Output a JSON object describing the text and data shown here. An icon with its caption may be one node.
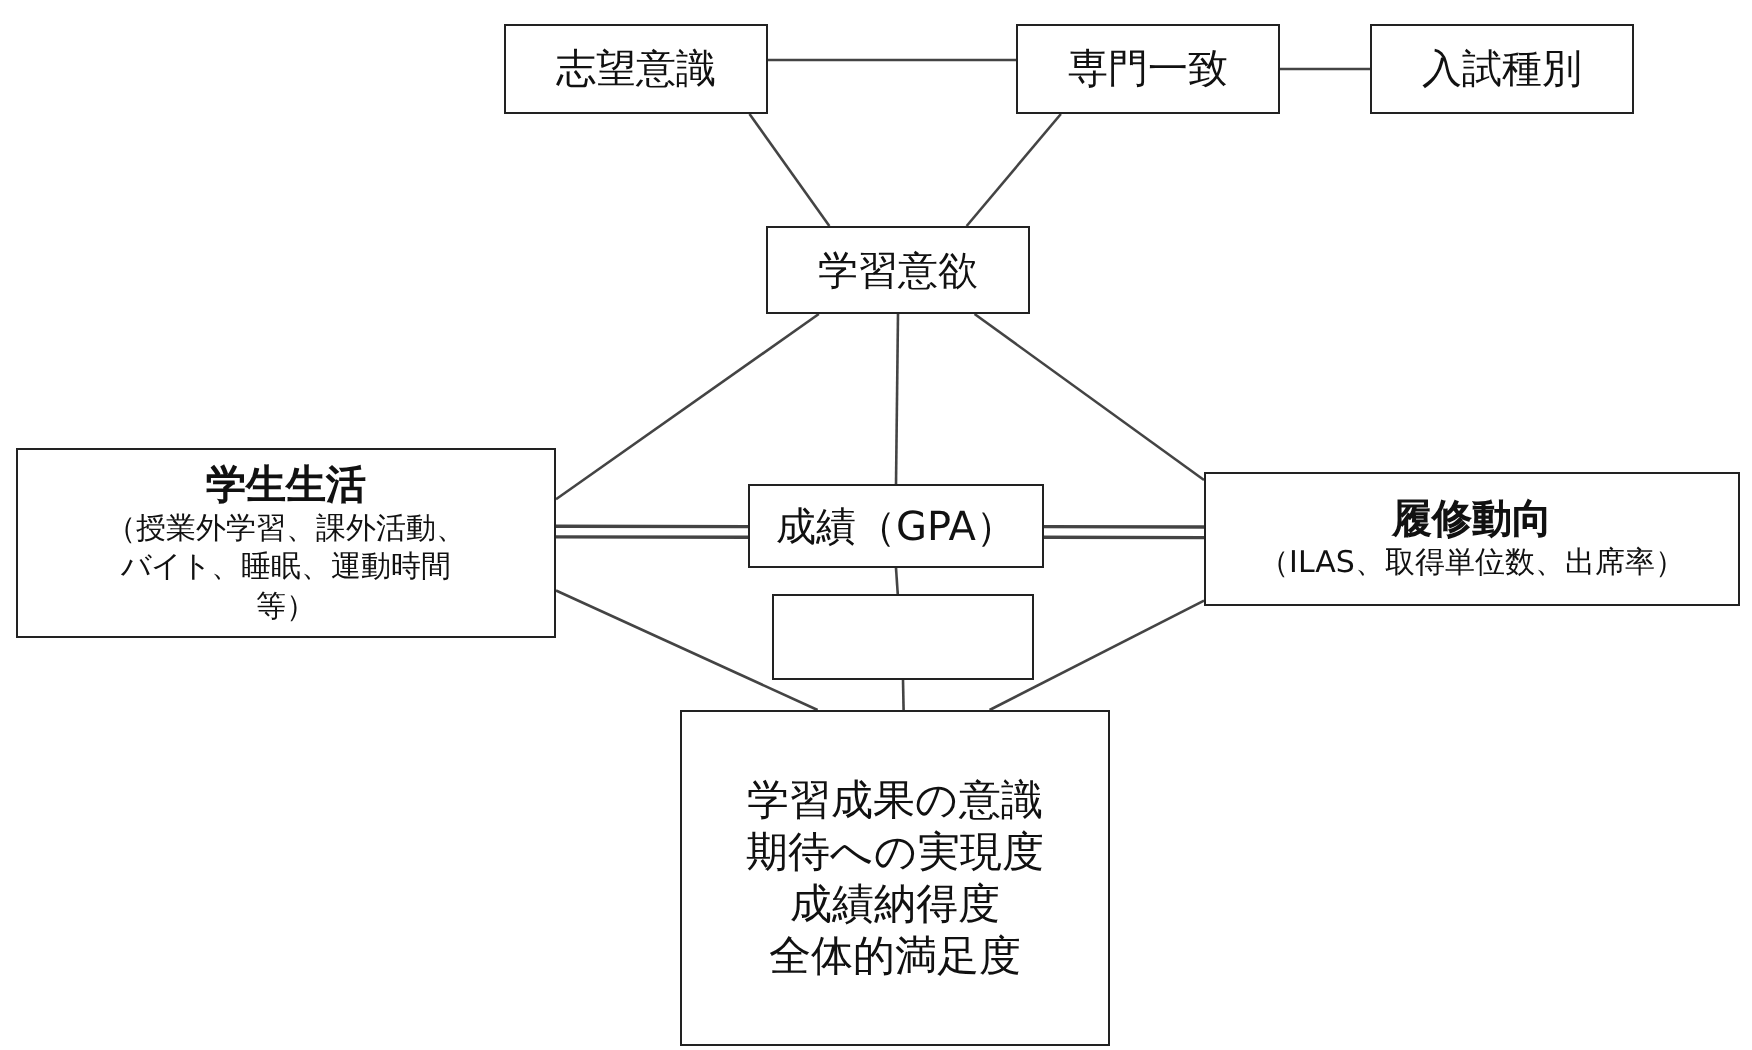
{
  "diagram": {
    "nodes": [
      {
        "text": [
          "志望意識"
        ]
      },
      {
        "text": [
          "専門一致"
        ]
      },
      {
        "text": [
          "入試種別"
        ]
      },
      {
        "text": [
          "学習意欲"
        ]
      },
      {
        "text": [
          "学生生活",
          "（授業外学習、課外活動、バイト、睡眠、運動時間等）"
        ]
      },
      {
        "text": [
          "成績（GPA）"
        ]
      },
      {
        "text": [],
        "shape": "box"
      },
      {
        "text": [
          "履修動向",
          "（ILAS、取得単位数、出席率）"
        ]
      },
      {
        "text": [
          "学習成果の意識",
          "期待への実現度",
          "成績納得度",
          "全体的満足度"
        ]
      }
    ],
    "edges": [
      {
        "from": 0,
        "to": 1,
        "arrow": "none"
      },
      {
        "from": 1,
        "to": 2,
        "arrow": "none"
      },
      {
        "from": 0,
        "to": 3,
        "arrow": "none"
      },
      {
        "from": 1,
        "to": 3,
        "arrow": "none"
      },
      {
        "from": 3,
        "to": 4,
        "arrow": "none"
      },
      {
        "from": 3,
        "to": 5,
        "arrow": "none"
      },
      {
        "from": 3,
        "to": 7,
        "arrow": "none"
      },
      {
        "from": 4,
        "to": 5,
        "arrow": "none",
        "style": "thick"
      },
      {
        "from": 5,
        "to": 7,
        "arrow": "none",
        "style": "thick"
      },
      {
        "from": 5,
        "to": 6,
        "arrow": "none"
      },
      {
        "from": 6,
        "to": 8,
        "arrow": "none"
      },
      {
        "from": 4,
        "to": 8,
        "arrow": "none"
      },
      {
        "from": 7,
        "to": 8,
        "arrow": "none"
      }
    ]
  }
}
